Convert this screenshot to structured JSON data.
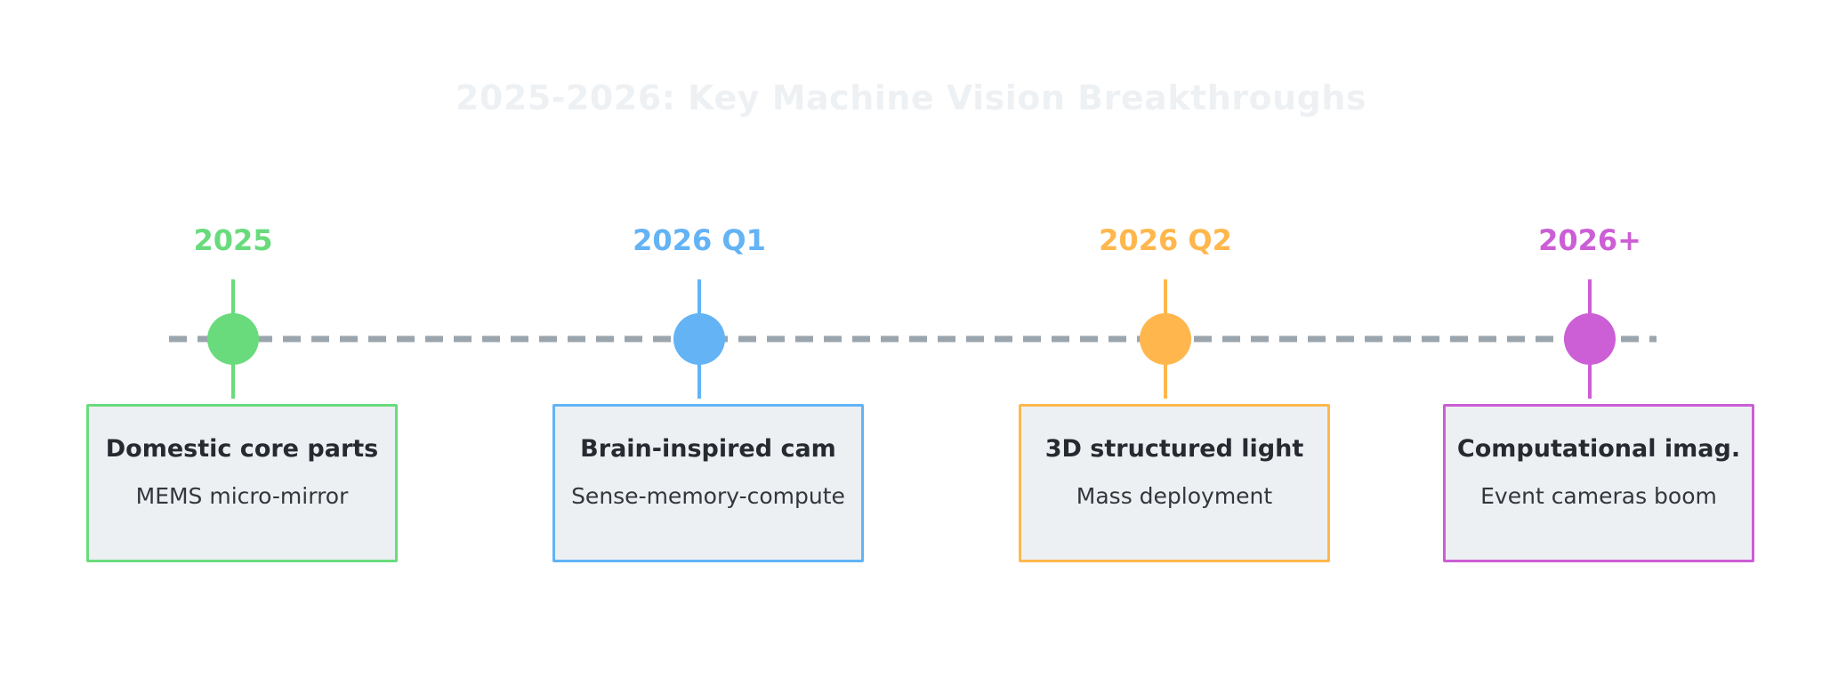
{
  "title": "2025-2026: Key Machine Vision Breakthroughs",
  "milestones": [
    {
      "date": "2025",
      "heading": "Domestic core parts",
      "detail": "MEMS micro-mirror",
      "color": "#69db7c"
    },
    {
      "date": "2026 Q1",
      "heading": "Brain-inspired cam",
      "detail": "Sense-memory-compute",
      "color": "#63b3f5"
    },
    {
      "date": "2026 Q2",
      "heading": "3D structured light",
      "detail": "Mass deployment",
      "color": "#ffb74d"
    },
    {
      "date": "2026+",
      "heading": "Computational imag.",
      "detail": "Event cameras boom",
      "color": "#cc5ed6"
    }
  ],
  "timeline_color": "#9ba5ae"
}
